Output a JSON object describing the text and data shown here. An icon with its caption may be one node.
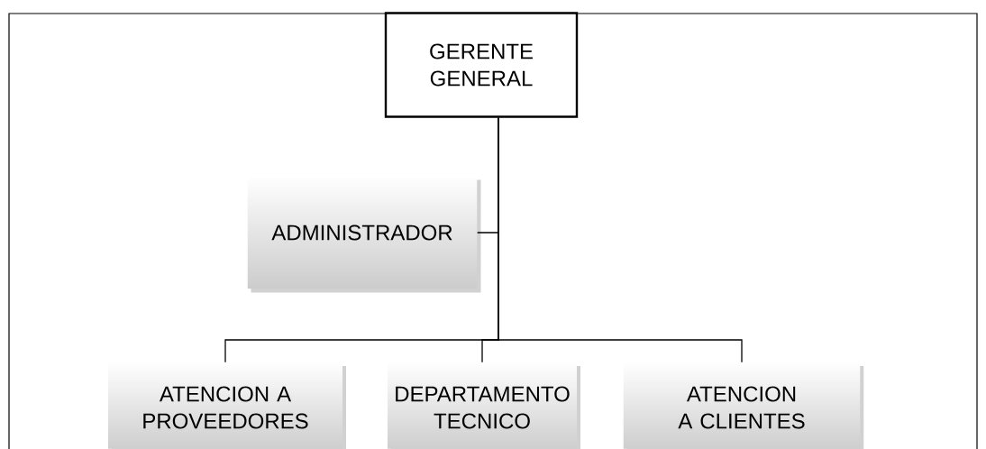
{
  "diagram": {
    "nodes": [
      {
        "text": [
          "GERENTE GENERAL"
        ]
      },
      {
        "text": [
          "ADMINISTRADOR"
        ]
      },
      {
        "text": [
          "ATENCION A PROVEEDORES"
        ]
      },
      {
        "text": [
          "DEPARTAMENTO TECNICO"
        ]
      },
      {
        "text": [
          "ATENCION A CLIENTES"
        ]
      }
    ],
    "edges": [
      {
        "from": 0,
        "to": 1,
        "arrow": "none"
      },
      {
        "from": 0,
        "to": 2,
        "arrow": "none"
      },
      {
        "from": 0,
        "to": 3,
        "arrow": "none"
      },
      {
        "from": 0,
        "to": 4,
        "arrow": "none"
      }
    ]
  }
}
